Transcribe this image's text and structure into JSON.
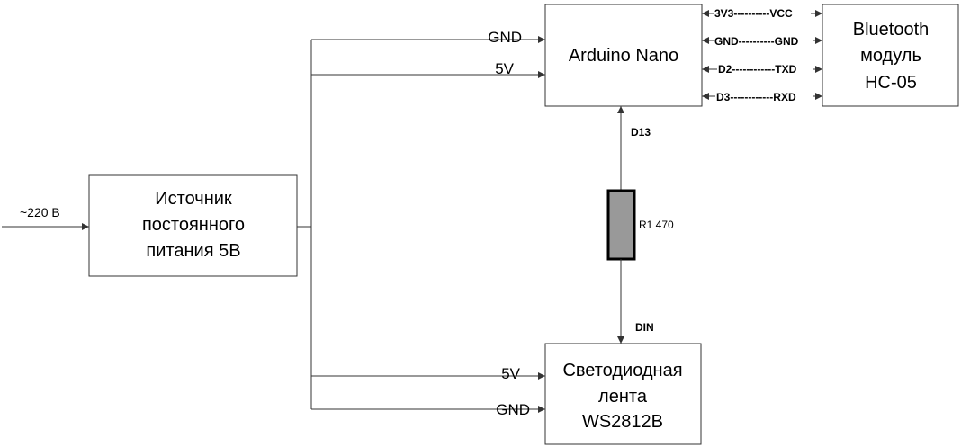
{
  "input_label": "~220 В",
  "power_supply": {
    "lines": [
      "Источник",
      "постоянного",
      "питания 5В"
    ]
  },
  "arduino": {
    "label": "Arduino Nano",
    "gnd_label": "GND",
    "v5_label": "5V"
  },
  "bluetooth": {
    "lines": [
      "Bluetooth",
      "модуль",
      "HC-05"
    ],
    "connections": [
      "3V3----------VCC",
      "GND----------GND",
      "D2------------TXD",
      "D3------------RXD"
    ]
  },
  "resistor": {
    "label": "R1 470",
    "color": "#999999",
    "top_pin": "D13",
    "bottom_pin": "DIN"
  },
  "led_strip": {
    "lines": [
      "Светодиодная",
      "лента",
      "WS2812B"
    ],
    "v5_label": "5V",
    "gnd_label": "GND"
  }
}
